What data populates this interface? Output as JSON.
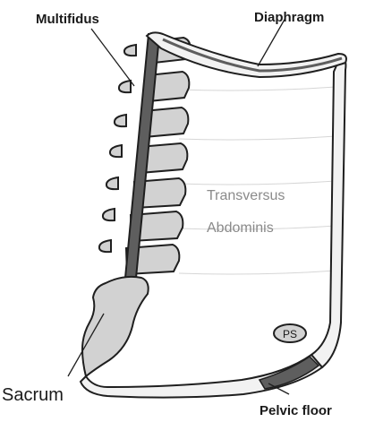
{
  "labels": {
    "multifidus": "Multifidus",
    "diaphragm": "Diaphragm",
    "transversus_line1": "Transversus",
    "transversus_line2": "Abdominis",
    "ps": "PS",
    "sacrum": "Sacrum",
    "pelvic_floor": "Pelvic floor"
  },
  "colors": {
    "outline": "#1f1f1f",
    "muscle_fill": "#5e5e5e",
    "bone_fill": "#d2d2d2",
    "band_fill": "#f2f2f2",
    "faint_lines": "#d6d6d6"
  }
}
